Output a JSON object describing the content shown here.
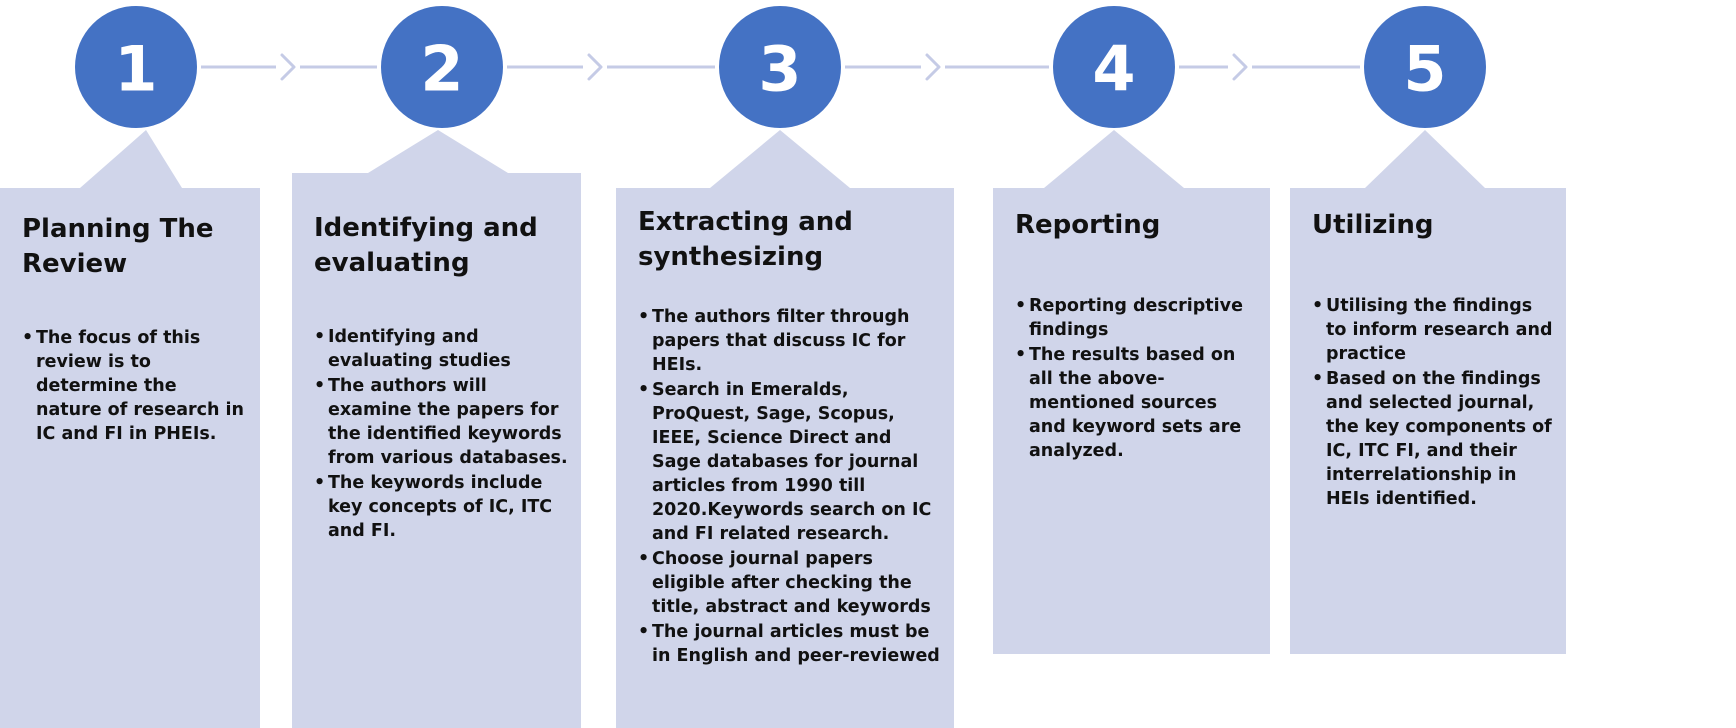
{
  "steps": [
    {
      "number": "1",
      "title": "Planning The Review",
      "bullets": [
        "The focus of this review is to determine the nature of research in IC and FI in PHEIs."
      ]
    },
    {
      "number": "2",
      "title": "Identifying and evaluating",
      "bullets": [
        "Identifying and evaluating studies",
        "The authors will examine the papers for the identified keywords from various databases.",
        "The keywords include key concepts of IC, ITC and FI."
      ]
    },
    {
      "number": "3",
      "title": "Extracting and synthesizing",
      "bullets": [
        "The authors filter through papers that discuss IC for HEIs.",
        "Search in Emeralds, ProQuest, Sage, Scopus, IEEE, Science Direct and Sage databases for journal articles from 1990 till 2020.Keywords search on IC and FI related research.",
        "Choose journal papers eligible after checking the title, abstract and keywords",
        "The journal articles must be in English and peer-reviewed"
      ]
    },
    {
      "number": "4",
      "title": "Reporting",
      "bullets": [
        "Reporting descriptive findings",
        "The results based on all the above-mentioned sources and keyword sets are analyzed."
      ]
    },
    {
      "number": "5",
      "title": "Utilizing",
      "bullets": [
        "Utilising the findings to inform research and practice",
        "Based on the findings and selected journal, the key components of IC, ITC FI, and their interrelationship in HEIs identified."
      ]
    }
  ],
  "colors": {
    "circle": "#4472c4",
    "panel": "#d0d5ea",
    "connector": "#c5cbe6"
  }
}
